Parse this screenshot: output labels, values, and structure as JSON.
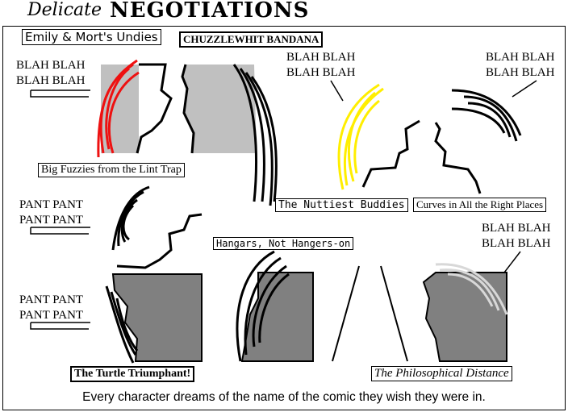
{
  "title": {
    "prefix": "Delicate",
    "main": "NEGOTIATIONS"
  },
  "labels": {
    "emily": "Emily & Mort's Undies",
    "chuzzlewhit": "CHUZZLEWHIT BANDANA",
    "fuzzies": "Big Fuzzies from the Lint Trap",
    "nuttiest": "The Nuttiest Buddies",
    "curves": "Curves in All the Right Places",
    "hangars": "Hangars, Not Hangers-on",
    "turtle": "The Turtle Triumphant!",
    "philosophical": "The Philosophical Distance"
  },
  "speech": {
    "blah1": [
      "BLAH BLAH",
      "BLAH BLAH"
    ],
    "blah2": [
      "BLAH BLAH",
      "BLAH BLAH"
    ],
    "blah3": [
      "BLAH BLAH",
      "BLAH BLAH"
    ],
    "blah4": [
      "BLAH BLAH",
      "BLAH BLAH"
    ],
    "pant1": [
      "PANT PANT",
      "PANT PANT"
    ],
    "pant2": [
      "PANT PANT",
      "PANT PANT"
    ]
  },
  "caption": "Every character dreams of the name of the comic they wish they were in.",
  "colors": {
    "red": "#ee1111",
    "yellow": "#ffee00",
    "gray_light": "#c0c0c0",
    "gray_dark": "#808080",
    "hair_light": "#d8d8d8"
  }
}
